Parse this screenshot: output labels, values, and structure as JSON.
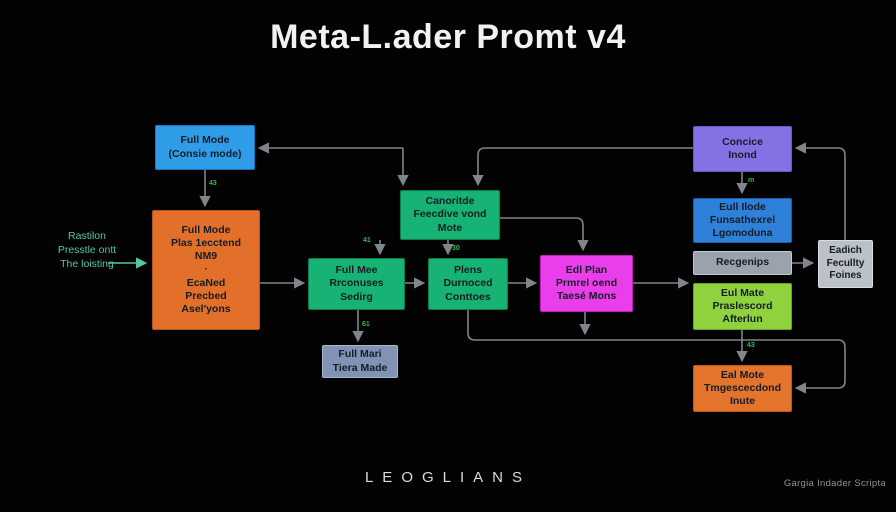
{
  "title": "Meta-L.ader Promt v4",
  "side_note": {
    "text": "Rastilon\nPresstle ontt\nThe loisting"
  },
  "nodes": [
    {
      "id": "full-mode-blue",
      "label": "Full Mode\n(Consie mode)"
    },
    {
      "id": "full-mode-orange",
      "label": "Full Mode\nPlas 1ecctend\nNM9\n·\nEcaNed\nPrecbed\nAsel'yons"
    },
    {
      "id": "candidate-feedive",
      "label": "Canoritde\nFeecdive vond\nMote"
    },
    {
      "id": "full-mee-scoring",
      "label": "Full Mee\nRrconuses\nSedirg"
    },
    {
      "id": "plens-conttoes",
      "label": "Plens\nDurnoced\nConttoes"
    },
    {
      "id": "edl-plan-pink",
      "label": "Edl Plan\nPrmrel oend\nTaesé Mons"
    },
    {
      "id": "full-mari-slate",
      "label": "Full Mari\nTiera Made"
    },
    {
      "id": "concice-purple",
      "label": "Concice\nInond"
    },
    {
      "id": "eull-ilode-blue",
      "label": "Eull Ilode\nFunsathexrel\nLgomoduna"
    },
    {
      "id": "recgenips",
      "label": "Recgenips"
    },
    {
      "id": "eul-mate-lime",
      "label": "Eul Mate\nPraslescord\nAfterlun"
    },
    {
      "id": "eal-mote-orange",
      "label": "Eal Mote\nTmgescecdond\nInute"
    },
    {
      "id": "eadich-fecullty",
      "label": "Eadich\nFecullty\nFoines"
    }
  ],
  "edge_labels": [
    "43",
    "m",
    "41",
    "30",
    "61",
    "43"
  ],
  "footer": {
    "brand": "LEOGLIANS",
    "credit": "Gargia Indader Scripta"
  },
  "colors": {
    "background": "#020202",
    "connector": "#7f858b",
    "accent_green_label": "#2bc043",
    "side_note_teal": "#54c6a2",
    "blue1": "#2f9ce8",
    "orange": "#e2702a",
    "green": "#16b374",
    "pink": "#ea3eea",
    "slate": "#8292b4",
    "purple": "#8472e4",
    "blue2": "#2e80d8",
    "gray": "#9aa2ab",
    "lime": "#90d23e",
    "light_gray": "#bcc1c7"
  }
}
